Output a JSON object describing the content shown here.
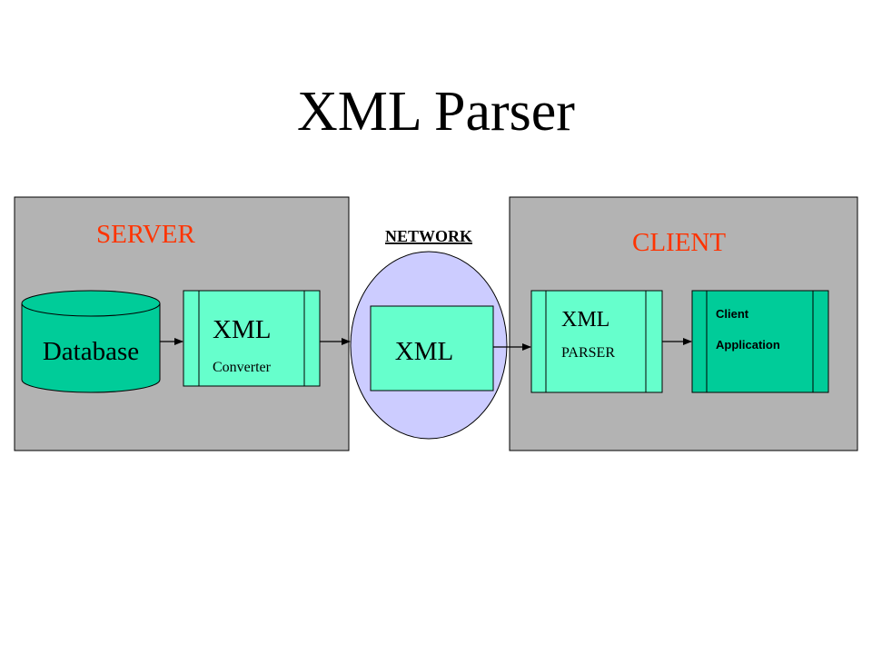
{
  "title": "XML Parser",
  "colors": {
    "panel_fill": "#b3b3b3",
    "section_label": "#ff3300",
    "box_fill": "#66ffcc",
    "client_app_fill": "#00cc99",
    "network_fill": "#ccccff",
    "stroke": "#000000"
  },
  "server": {
    "label": "SERVER",
    "database_label": "Database",
    "converter": {
      "title": "XML",
      "subtitle": "Converter"
    }
  },
  "network": {
    "label": "NETWORK",
    "packet_label": "XML"
  },
  "client": {
    "label": "CLIENT",
    "parser": {
      "title": "XML",
      "subtitle": "PARSER"
    },
    "application": {
      "line1": "Client",
      "line2": "Application"
    }
  }
}
